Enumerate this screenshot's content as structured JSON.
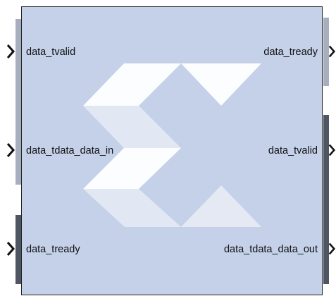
{
  "colors": {
    "block_fill": "#c4d1e9",
    "logo_light": "#ffffff",
    "logo_faint": "#e6eaf4",
    "input_bar": "#a7afbf",
    "output_bar": "#4e5563",
    "arrow": "#111111"
  },
  "block": {
    "inputs": [
      {
        "label": "data_tvalid"
      },
      {
        "label": "data_tdata_data_in"
      },
      {
        "label": "data_tready"
      }
    ],
    "outputs": [
      {
        "label": "data_tready"
      },
      {
        "label": "data_tvalid"
      },
      {
        "label": "data_tdata_data_out"
      }
    ]
  }
}
